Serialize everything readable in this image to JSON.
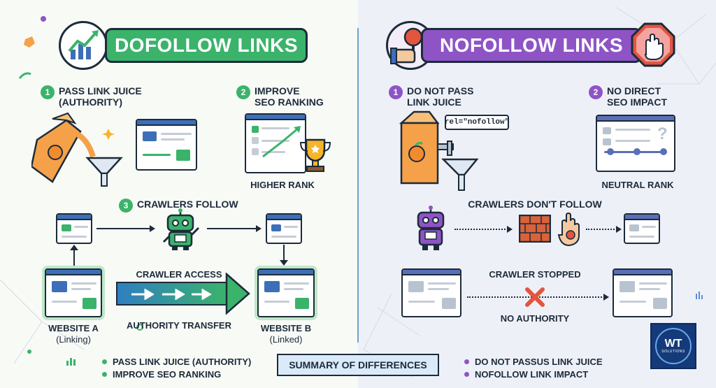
{
  "colors": {
    "green": "#3bb36b",
    "purple": "#8e54c6",
    "navy": "#1c2b3a",
    "blue": "#3d6fb8",
    "orange": "#f5a14a",
    "red": "#e2553f"
  },
  "dofollow": {
    "title": "DOFOLLOW LINKS",
    "step1": {
      "num": "1",
      "label": "PASS LINK JUICE\n(AUTHORITY)"
    },
    "step2": {
      "num": "2",
      "label": "IMPROVE\nSEO RANKING",
      "caption": "HIGHER RANK"
    },
    "step3": {
      "num": "3",
      "label": "CRAWLERS FOLLOW"
    },
    "flow": {
      "top_label": "CRAWLER ACCESS",
      "bottom_label": "AUTHORITY TRANSFER"
    },
    "website_a": {
      "name": "WEBSITE A",
      "sub": "(Linking)"
    },
    "website_b": {
      "name": "WEBSITE B",
      "sub": "(Linked)"
    }
  },
  "nofollow": {
    "title": "NOFOLLOW LINKS",
    "step1": {
      "num": "1",
      "label": "DO NOT PASS\nLINK JUICE"
    },
    "tag": "rel=\"nofollow\"",
    "step2": {
      "num": "2",
      "label": "NO DIRECT\nSEO IMPACT",
      "caption": "NEUTRAL RANK"
    },
    "crawlers": "CRAWLERS DON'T FOLLOW",
    "stopped": "CRAWLER STOPPED",
    "no_authority": "NO AUTHORITY"
  },
  "summary": {
    "title": "SUMMARY OF DIFFERENCES",
    "left": [
      "PASS LINK JUICE (AUTHORITY)",
      "IMPROVE SEO RANKING"
    ],
    "right": [
      "DO NOT PASSUS LINK JUICE",
      "NOFOLLOW LINK IMPACT"
    ]
  },
  "badge": {
    "wt": "WT",
    "sub": "SOLUTIONS"
  }
}
